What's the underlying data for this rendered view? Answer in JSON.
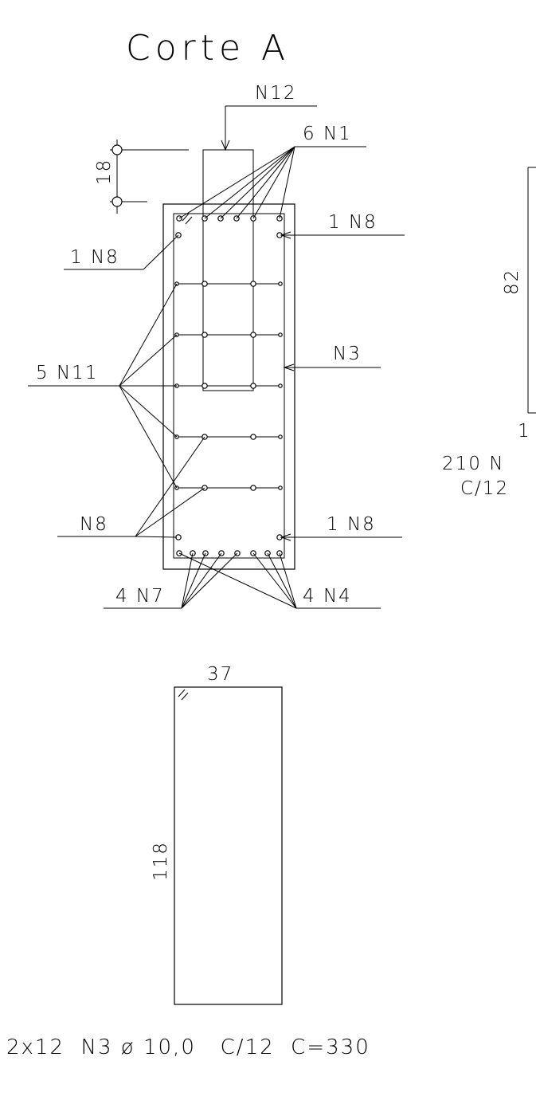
{
  "title": "Corte A",
  "labels": {
    "n12": "N12",
    "n1": "6 N1",
    "n8_top_right": "1 N8",
    "n8_top_left": "1 N8",
    "n3": "N3",
    "n11": "5 N11",
    "n8_bottom_left": "N8",
    "n8_bottom_right": "1 N8",
    "n7": "4 N7",
    "n4": "4 N4"
  },
  "dimensions": {
    "spacing": "18",
    "width": "37",
    "height": "118",
    "right_height": "82"
  },
  "right_cutoff": {
    "line1": "1",
    "line2": "210 N",
    "line3": "C/12"
  },
  "stirrup_note": "2x12  N3 ø 10,0   C/12  C=330"
}
